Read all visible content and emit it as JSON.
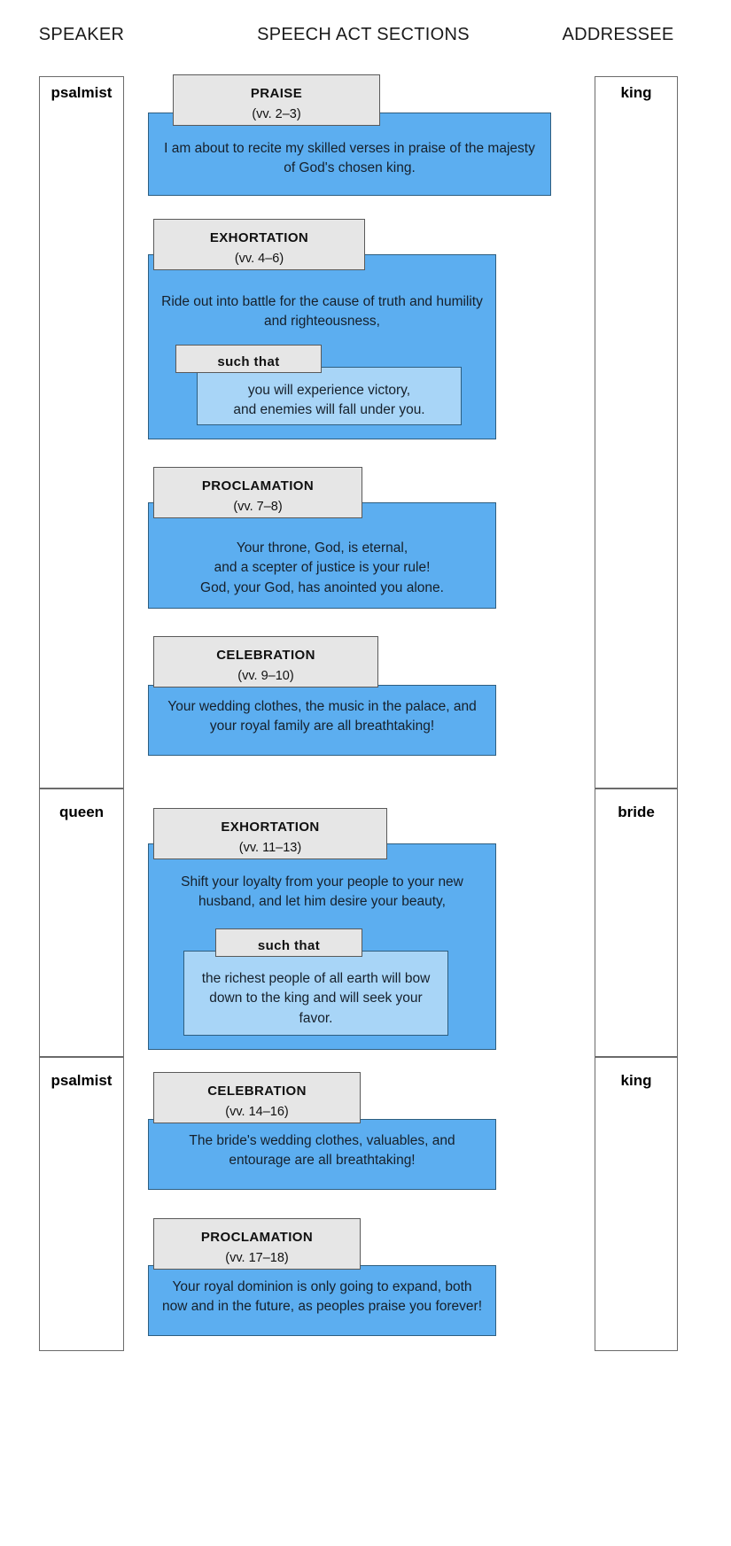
{
  "headers": {
    "speaker": "SPEAKER",
    "sections": "SPEECH ACT SECTIONS",
    "addressee": "ADDRESSEE"
  },
  "colors": {
    "content_fill": "#5CAEF0",
    "inner_fill": "#A8D5F7",
    "label_fill": "#E6E6E6",
    "border": "#2E5E80",
    "label_border": "#5A5A5A"
  },
  "rows": [
    {
      "speaker": "psalmist",
      "addressee": "king"
    },
    {
      "speaker": "queen",
      "addressee": "bride"
    },
    {
      "speaker": "psalmist",
      "addressee": "king"
    }
  ],
  "sections": [
    {
      "title": "PRAISE",
      "verses": "(vv. 2–3)",
      "text": "I am about to recite my skilled verses in praise of the majesty of God's chosen king."
    },
    {
      "title": "EXHORTATION",
      "verses": "(vv. 4–6)",
      "text": "Ride out into battle for the cause of truth and humility and righteousness,",
      "sub": {
        "title": "such that",
        "text": "you will experience victory,\nand enemies will fall under you."
      }
    },
    {
      "title": "PROCLAMATION",
      "verses": "(vv. 7–8)",
      "text": "Your throne, God, is eternal,\nand a scepter of justice is your rule!\nGod, your God, has anointed you alone."
    },
    {
      "title": "CELEBRATION",
      "verses": "(vv. 9–10)",
      "text": "Your wedding clothes, the music in the palace, and your royal family are all breathtaking!"
    },
    {
      "title": "EXHORTATION",
      "verses": "(vv. 11–13)",
      "text": "Shift your loyalty from your people to your new husband, and let him desire your beauty,",
      "sub": {
        "title": "such that",
        "text": "the richest people of all earth will bow down to the king and will seek your favor."
      }
    },
    {
      "title": "CELEBRATION",
      "verses": "(vv. 14–16)",
      "text": "The bride's wedding clothes, valuables, and entourage are all breathtaking!"
    },
    {
      "title": "PROCLAMATION",
      "verses": "(vv. 17–18)",
      "text": "Your royal dominion is only going to expand, both now and in the future, as peoples praise you forever!"
    }
  ]
}
